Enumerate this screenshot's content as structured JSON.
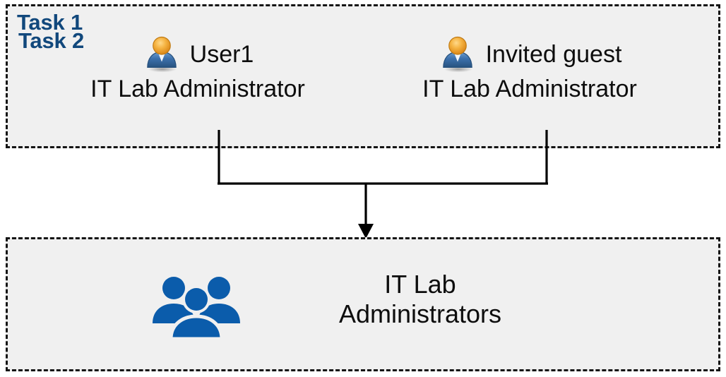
{
  "diagram": {
    "title": "Task 1 / Task 2 IT Lab Administrators grouping diagram",
    "background_color": "#ffffff",
    "box_fill_color": "#f0f0f0",
    "box_border_color": "#141414",
    "label_color": "#11487c",
    "text_color": "#0d0d0d",
    "group_icon_color": "#0b5cab",
    "connector_color": "#000000"
  },
  "task1": {
    "label": "Task 1",
    "people": [
      {
        "icon": "user-icon",
        "name": "User1",
        "role": "IT Lab Administrator"
      },
      {
        "icon": "user-icon",
        "name": "Invited guest",
        "role": "IT Lab Administrator"
      }
    ]
  },
  "task2": {
    "label": "Task 2",
    "group": {
      "icon": "user-group-icon",
      "name_line1": "IT Lab",
      "name_line2": "Administrators"
    }
  },
  "connector": {
    "type": "merge-arrow",
    "description": "Two vertical lines from the Task 1 members merge into a horizontal bar and a single downward arrow into Task 2"
  }
}
